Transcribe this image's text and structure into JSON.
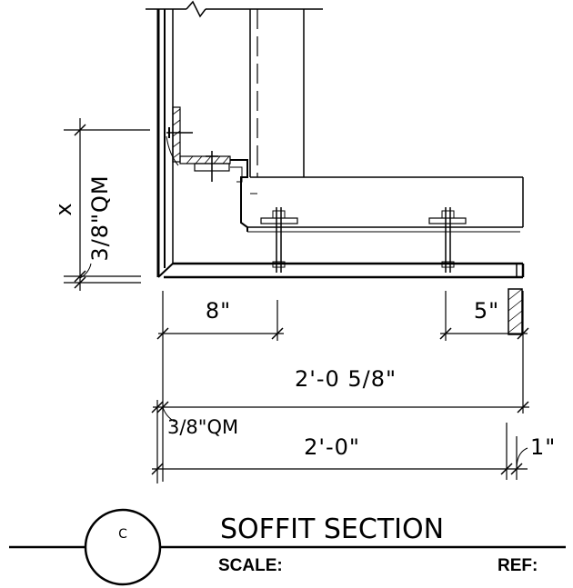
{
  "drawing": {
    "dimensions": {
      "x_label": "x",
      "qm_vertical": "3/8\"QM",
      "eight_inch": "8\"",
      "five_inch": "5\"",
      "overall_1": "2'-0 5/8\"",
      "qm_horizontal": "3/8\"QM",
      "overall_2": "2'-0\"",
      "one_inch": "1\""
    }
  },
  "title_block": {
    "detail_id": "C",
    "title": "SOFFIT SECTION",
    "scale_label": "SCALE:",
    "ref_label": "REF:"
  }
}
